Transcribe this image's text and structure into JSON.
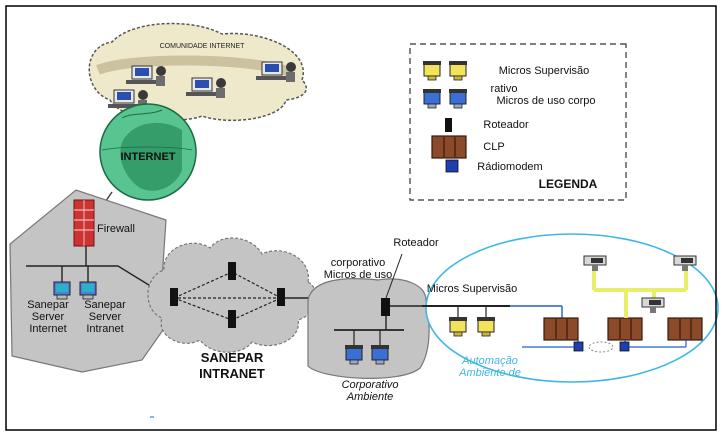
{
  "community": {
    "label": "COMUNIDADE INTERNET"
  },
  "internet": {
    "label": "INTERNET"
  },
  "firewall": {
    "label": "Firewall"
  },
  "servers": {
    "internet_line1": "Internet",
    "internet_line2": "Server",
    "internet_line3": "Sanepar",
    "intranet_line1": "Intranet",
    "intranet_line2": "Server",
    "intranet_line3": "Sanepar"
  },
  "intranet": {
    "line1": "INTRANET",
    "line2": "SANEPAR"
  },
  "corporate": {
    "router_label": "Roteador",
    "micros_line1": "Micros de uso",
    "micros_line2": "corporativo",
    "env_line1": "Ambiente",
    "env_line2": "Corporativo"
  },
  "supervision": {
    "micros_label": "Micros Supervisão",
    "env_line1": "Ambiente de",
    "env_line2": "Automação"
  },
  "legend": {
    "title": "LEGENDA",
    "items": [
      {
        "label": "Micros Supervisão"
      },
      {
        "label": "Micros de uso corpo",
        "label2": "rativo"
      },
      {
        "label": "Roteador"
      },
      {
        "label": "CLP"
      },
      {
        "label": "Rádiomodem"
      }
    ]
  },
  "colors": {
    "cloud_gray": "#c4c4c4",
    "community_fill": "#efe9cc",
    "globe_green": "#3fae7a",
    "automation_blue": "#3fb7e6",
    "clp_brown": "#8b4a2a",
    "monitor_yellow": "#f3e25a",
    "monitor_blue": "#3a6fd6",
    "rail_yellow": "#e6ee6a",
    "wire_blue": "#1f5fd0"
  }
}
